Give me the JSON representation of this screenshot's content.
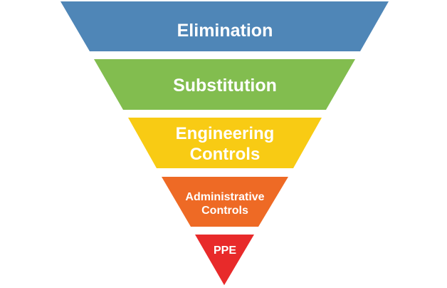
{
  "title": "Hierarchy of Controls",
  "levels": [
    {
      "name": "elimination",
      "lines": [
        "Elimination"
      ],
      "color": "#4f86b7"
    },
    {
      "name": "substitution",
      "lines": [
        "Substitution"
      ],
      "color": "#82bd4f"
    },
    {
      "name": "engineering-controls",
      "lines": [
        "Engineering",
        "Controls"
      ],
      "color": "#f8cb14"
    },
    {
      "name": "administrative-controls",
      "lines": [
        "Administrative",
        "Controls"
      ],
      "color": "#ee6a25"
    },
    {
      "name": "ppe",
      "lines": [
        "PPE"
      ],
      "color": "#e82a2a"
    }
  ]
}
